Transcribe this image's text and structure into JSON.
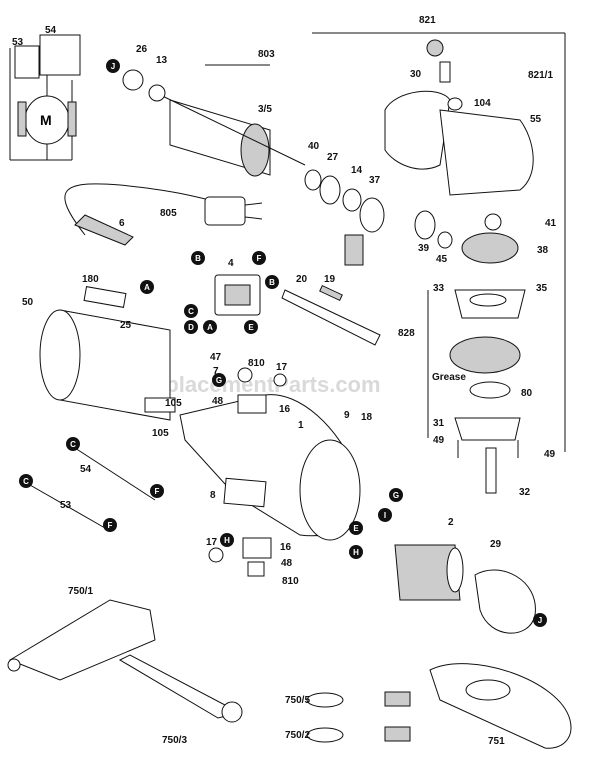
{
  "watermark": "eReplacementParts.com",
  "part_labels": [
    "821",
    "54",
    "53",
    "26",
    "13",
    "803",
    "821/1",
    "30",
    "104",
    "3/5",
    "55",
    "40",
    "27",
    "14",
    "37",
    "805",
    "6",
    "41",
    "39",
    "45",
    "38",
    "180",
    "4",
    "20",
    "19",
    "33",
    "35",
    "50",
    "25",
    "828",
    "810",
    "17",
    "47",
    "7",
    "48",
    "16",
    "Grease",
    "80",
    "105",
    "9",
    "18",
    "1",
    "31",
    "49",
    "54",
    "53",
    "32",
    "8",
    "2",
    "29",
    "750/1",
    "750/5",
    "750/2",
    "750/3",
    "751",
    "810",
    "16",
    "48",
    "17",
    "105",
    "49"
  ],
  "callout_letters": [
    "J",
    "B",
    "A",
    "F",
    "C",
    "B",
    "D",
    "A",
    "E",
    "G",
    "C",
    "F",
    "C",
    "F",
    "G",
    "E",
    "I",
    "H",
    "H",
    "J"
  ],
  "motor_symbol": "M",
  "grease_label": "Grease",
  "colors": {
    "ink": "#111111",
    "badge": "#111111",
    "badge_text": "#ffffff"
  }
}
